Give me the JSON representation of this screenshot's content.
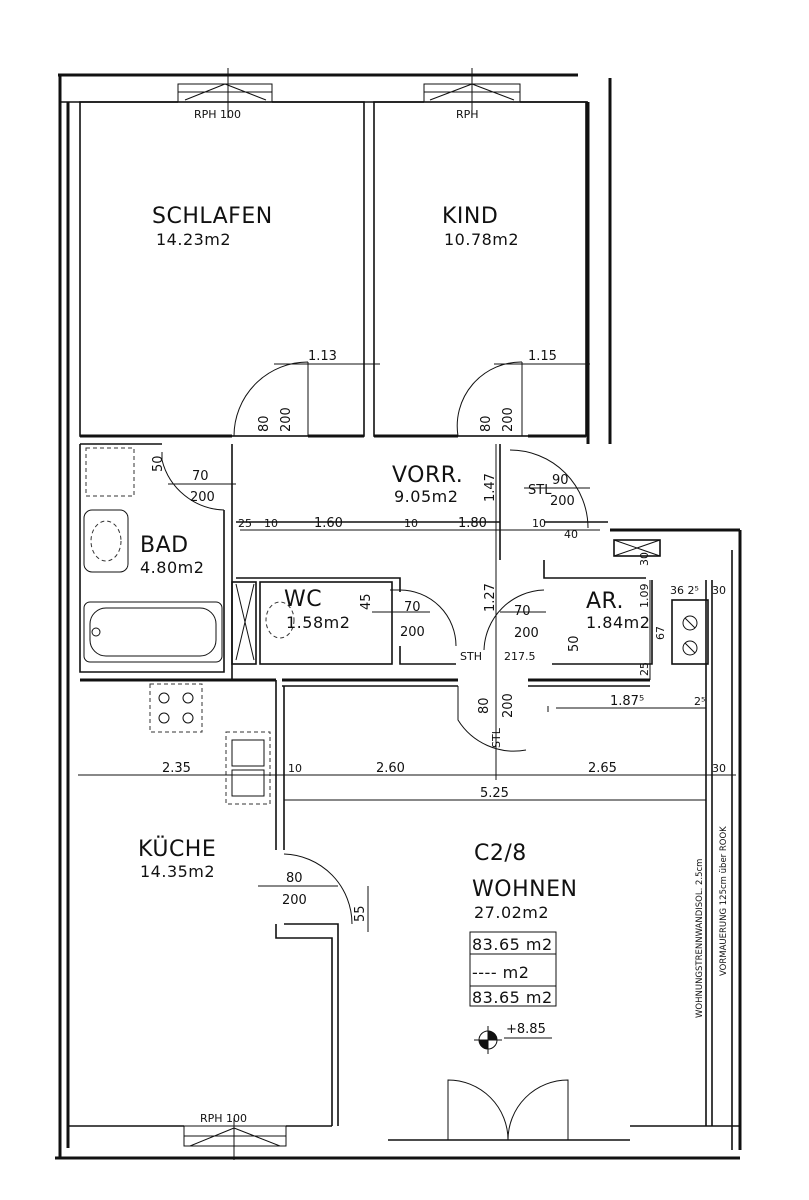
{
  "rooms": {
    "schlafen": {
      "name": "SCHLAFEN",
      "area": "14.23m2"
    },
    "kind": {
      "name": "KIND",
      "area": "10.78m2"
    },
    "vorr": {
      "name": "VORR.",
      "area": "9.05m2"
    },
    "bad": {
      "name": "BAD",
      "area": "4.80m2"
    },
    "wc": {
      "name": "WC",
      "area": "1.58m2"
    },
    "ar": {
      "name": "AR.",
      "area": "1.84m2"
    },
    "kueche": {
      "name": "KÜCHE",
      "area": "14.35m2"
    },
    "wohnen": {
      "name": "WOHNEN",
      "area": "27.02m2"
    }
  },
  "unit": {
    "code": "C2/8"
  },
  "area_box": {
    "total": "83.65 m2",
    "middle": "---- m2",
    "bottom": "83.65 m2"
  },
  "elevation": "+8.85",
  "windows": {
    "top_left": "RPH  100",
    "top_right": "RPH",
    "bottom": "RPH  100"
  },
  "dimensions": {
    "d113": "1.13",
    "d115": "1.15",
    "d80a": "80",
    "d200a": "200",
    "d80b": "80",
    "d200b": "200",
    "d50bad": "50",
    "d70bad": "70",
    "d200bad": "200",
    "d147": "1.47",
    "stl1": "STL",
    "d90": "90",
    "d200c": "200",
    "d25": "25",
    "d10a": "10",
    "d160": "1.60",
    "d10b": "10",
    "d180": "1.80",
    "d10c": "10",
    "d40": "40",
    "d45": "45",
    "d70wc": "70",
    "d200wc": "200",
    "d127": "1.27",
    "d70ar": "70",
    "d200ar": "200",
    "d50ar": "50",
    "d109": "1.09",
    "d30a": "30",
    "d362": "36 2⁵",
    "d30b": "30",
    "d67": "67",
    "d25b": "25",
    "sth": "STH",
    "d2175": "217.5",
    "d80d": "80",
    "d200d": "200",
    "stl2": "STL",
    "d1875": "1.87⁵",
    "d2s": "2⁵",
    "d235": "2.35",
    "d10d": "10",
    "d260": "2.60",
    "d265": "2.65",
    "d30c": "30",
    "d525": "5.25",
    "d80k": "80",
    "d200k": "200",
    "d55": "55",
    "vert1": "WOHNUNGSTRENNWANDISOL. 2.5cm",
    "vert2": "VORMAUERUNG 125cm über ROOK"
  }
}
